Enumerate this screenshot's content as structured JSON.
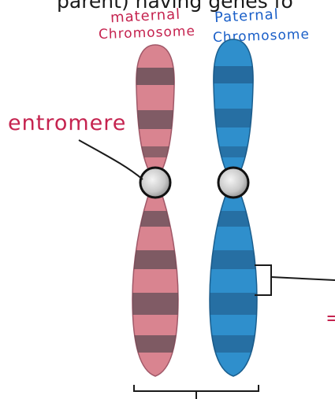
{
  "heading_fragment": "parent) having genes fo",
  "labels": {
    "maternal": "maternal",
    "maternal_chromosome": "Chromosome",
    "paternal": "Paternal",
    "paternal_chromosome": "Chromosome",
    "centromere": "entromere",
    "edge_mark": "="
  },
  "colors": {
    "maternal_ink": "#c5234f",
    "paternal_ink": "#1a5fc8",
    "maternal_chromosome": "#d98490",
    "paternal_chromosome": "#2f8fcc",
    "band_dark": "#5a4a52",
    "line_ink": "#1a1a1a"
  }
}
